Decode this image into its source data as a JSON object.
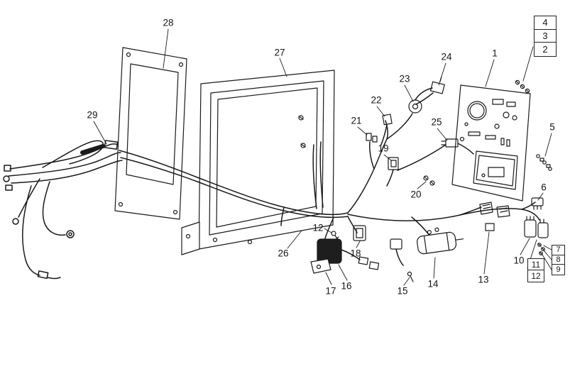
{
  "diagram": {
    "background": "#ffffff",
    "line_color": "#1a1a1a",
    "dark_part_fill": "#1e1e1e"
  },
  "callouts": [
    {
      "label": "28"
    },
    {
      "label": "27"
    },
    {
      "label": "24"
    },
    {
      "label": "23"
    },
    {
      "label": "1"
    },
    {
      "label": "22"
    },
    {
      "label": "21"
    },
    {
      "label": "25"
    },
    {
      "label": "5"
    },
    {
      "label": "29"
    },
    {
      "label": "19"
    },
    {
      "label": "20"
    },
    {
      "label": "6"
    },
    {
      "label": "12"
    },
    {
      "label": "26"
    },
    {
      "label": "18"
    },
    {
      "label": "10"
    },
    {
      "label": "17"
    },
    {
      "label": "16"
    },
    {
      "label": "15"
    },
    {
      "label": "14"
    },
    {
      "label": "13"
    }
  ],
  "ref_tables": {
    "top_right": {
      "rows": [
        "4",
        "3",
        "2"
      ]
    },
    "right_small": {
      "rows": [
        "7",
        "8",
        "9"
      ]
    },
    "right_pair": {
      "rows": [
        "11",
        "12"
      ]
    }
  }
}
